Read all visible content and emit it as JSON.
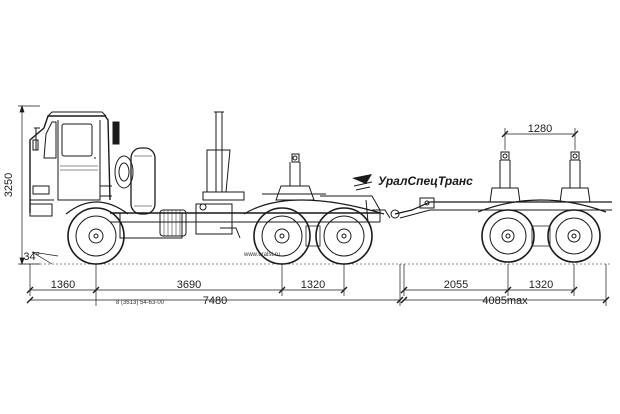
{
  "dimensions": {
    "height": "3250",
    "angle": "34°",
    "front_overhang": "1360",
    "wheelbase_front": "3690",
    "rear_axles": "1320",
    "total_length": "7480",
    "trailer_span": "2055",
    "trailer_axles": "1320",
    "trailer_overall": "4085max",
    "bunk_spacing": "1280"
  },
  "texts": {
    "phone": "8 (3513) 54-63-00",
    "website": "www.uralst.ru",
    "brand": "УралСпецТранс"
  },
  "colors": {
    "line": "#1a1a1a",
    "background": "#ffffff"
  }
}
